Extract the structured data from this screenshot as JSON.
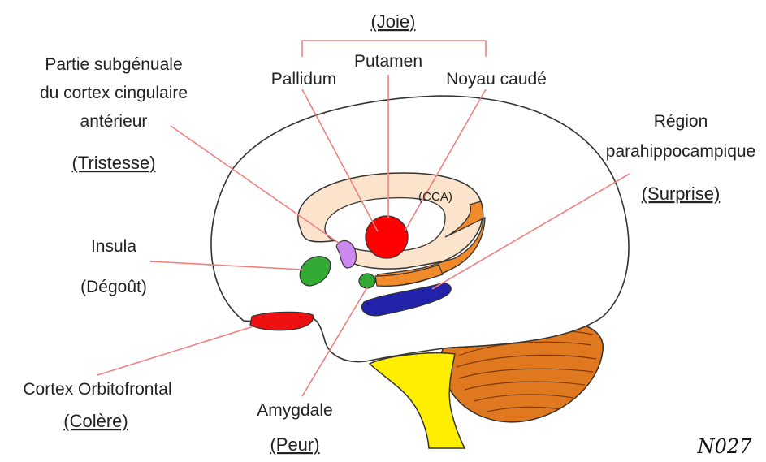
{
  "labels": {
    "joie": "(Joie)",
    "putamen": "Putamen",
    "pallidum": "Pallidum",
    "noyau_caude": "Noyau caudé",
    "subgenual_line1": "Partie subgénuale",
    "subgenual_line2": "du cortex cingulaire",
    "subgenual_line3": "antérieur",
    "tristesse": "(Tristesse)",
    "region_line1": "Région",
    "region_line2": "parahippocampique",
    "surprise": "(Surprise)",
    "insula": "Insula",
    "degout": "(Dégoût)",
    "cca": "(CCA)",
    "cortex_orbitofrontal": "Cortex Orbitofrontal",
    "colere": "(Colère)",
    "amygdale": "Amygdale",
    "peur": "(Peur)",
    "figure_code": "N027"
  },
  "colors": {
    "putamen": "#ff0000",
    "pallidum": "#cc88ee",
    "insula": "#33aa33",
    "amygdala": "#33aa33",
    "parahippocampal": "#2222aa",
    "orbitofrontal": "#ee1111",
    "cingulate": "#fbe3cc",
    "caudate": "#f08a2a",
    "cerebellum": "#e07820",
    "brainstem": "#ffee00",
    "pointer_lines": "#f08080"
  }
}
